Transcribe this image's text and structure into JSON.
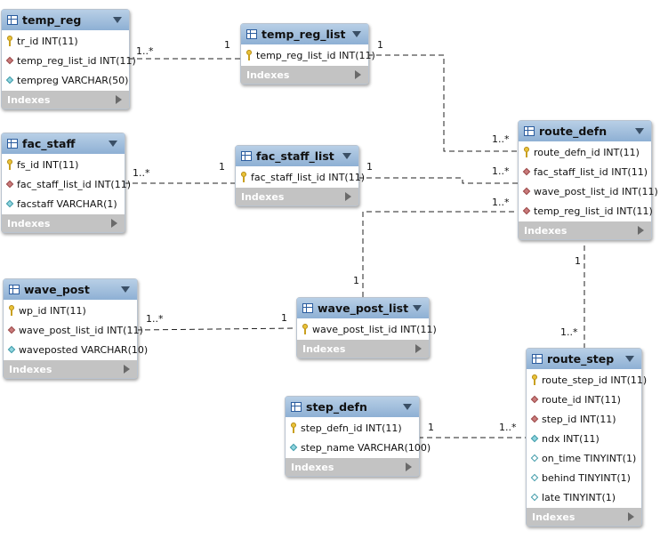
{
  "tables": [
    {
      "id": "temp_reg",
      "name": "temp_reg",
      "indexes_label": "Indexes",
      "columns": [
        {
          "text": "tr_id INT(11)",
          "kind": "pk"
        },
        {
          "text": "temp_reg_list_id INT(11)",
          "kind": "fk"
        },
        {
          "text": "tempreg VARCHAR(50)",
          "kind": "col"
        }
      ]
    },
    {
      "id": "temp_reg_list",
      "name": "temp_reg_list",
      "indexes_label": "Indexes",
      "columns": [
        {
          "text": "temp_reg_list_id INT(11)",
          "kind": "pk"
        }
      ]
    },
    {
      "id": "fac_staff",
      "name": "fac_staff",
      "indexes_label": "Indexes",
      "columns": [
        {
          "text": "fs_id INT(11)",
          "kind": "pk"
        },
        {
          "text": "fac_staff_list_id INT(11)",
          "kind": "fk"
        },
        {
          "text": "facstaff VARCHAR(1)",
          "kind": "col"
        }
      ]
    },
    {
      "id": "fac_staff_list",
      "name": "fac_staff_list",
      "indexes_label": "Indexes",
      "columns": [
        {
          "text": "fac_staff_list_id INT(11)",
          "kind": "pk"
        }
      ]
    },
    {
      "id": "route_defn",
      "name": "route_defn",
      "indexes_label": "Indexes",
      "columns": [
        {
          "text": "route_defn_id INT(11)",
          "kind": "pk"
        },
        {
          "text": "fac_staff_list_id INT(11)",
          "kind": "fk"
        },
        {
          "text": "wave_post_list_id INT(11)",
          "kind": "fk"
        },
        {
          "text": "temp_reg_list_id INT(11)",
          "kind": "fk"
        }
      ]
    },
    {
      "id": "wave_post",
      "name": "wave_post",
      "indexes_label": "Indexes",
      "columns": [
        {
          "text": "wp_id INT(11)",
          "kind": "pk"
        },
        {
          "text": "wave_post_list_id INT(11)",
          "kind": "fk"
        },
        {
          "text": "waveposted VARCHAR(10)",
          "kind": "col"
        }
      ]
    },
    {
      "id": "wave_post_list",
      "name": "wave_post_list",
      "indexes_label": "Indexes",
      "columns": [
        {
          "text": "wave_post_list_id INT(11)",
          "kind": "pk"
        }
      ]
    },
    {
      "id": "step_defn",
      "name": "step_defn",
      "indexes_label": "Indexes",
      "columns": [
        {
          "text": "step_defn_id INT(11)",
          "kind": "pk"
        },
        {
          "text": "step_name VARCHAR(100)",
          "kind": "col"
        }
      ]
    },
    {
      "id": "route_step",
      "name": "route_step",
      "indexes_label": "Indexes",
      "columns": [
        {
          "text": "route_step_id INT(11)",
          "kind": "pk"
        },
        {
          "text": "route_id INT(11)",
          "kind": "fk"
        },
        {
          "text": "step_id INT(11)",
          "kind": "fk"
        },
        {
          "text": "ndx INT(11)",
          "kind": "col"
        },
        {
          "text": "on_time TINYINT(1)",
          "kind": "colw"
        },
        {
          "text": "behind TINYINT(1)",
          "kind": "colw"
        },
        {
          "text": "late TINYINT(1)",
          "kind": "colw"
        }
      ]
    }
  ],
  "relationships": [
    {
      "from": "temp_reg",
      "to": "temp_reg_list",
      "many_label": "1..*",
      "one_label": "1"
    },
    {
      "from": "temp_reg_list",
      "to": "route_defn",
      "one_label": "1",
      "many_label": "1..*"
    },
    {
      "from": "fac_staff",
      "to": "fac_staff_list",
      "many_label": "1..*",
      "one_label": "1"
    },
    {
      "from": "fac_staff_list",
      "to": "route_defn",
      "one_label": "1",
      "many_label": "1..*"
    },
    {
      "from": "wave_post_list",
      "to": "route_defn",
      "one_label": "1",
      "many_label": "1..*"
    },
    {
      "from": "wave_post",
      "to": "wave_post_list",
      "many_label": "1..*",
      "one_label": "1"
    },
    {
      "from": "route_defn",
      "to": "route_step",
      "one_label": "1",
      "many_label": "1..*"
    },
    {
      "from": "step_defn",
      "to": "route_step",
      "one_label": "1",
      "many_label": "1..*"
    }
  ],
  "colors": {
    "header_top": "#b8cfe6",
    "header_bottom": "#8eb0d4",
    "footer": "#c3c3c3",
    "line": "#222222"
  }
}
